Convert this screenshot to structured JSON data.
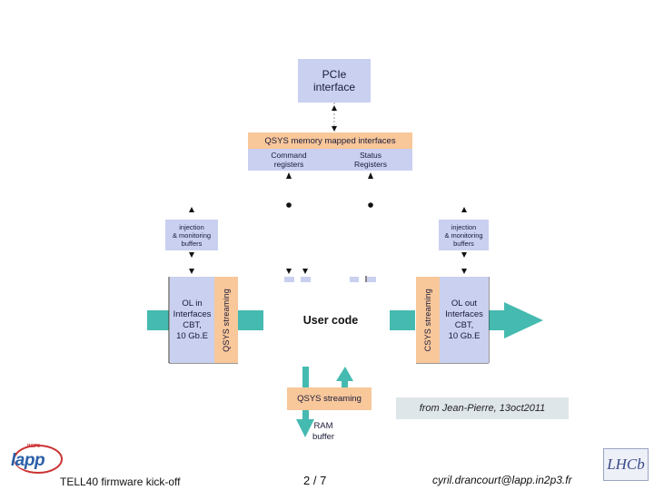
{
  "pcie": {
    "line1": "PCIe",
    "line2": "interface"
  },
  "qsys_mm": {
    "title": "QSYS memory mapped interfaces",
    "command": {
      "line1": "Command",
      "line2": "registers"
    },
    "status": {
      "line1": "Status",
      "line2": "Registers"
    }
  },
  "buffers_left": {
    "line1": "injection",
    "line2": "& monitoring",
    "line3": "buffers"
  },
  "buffers_right": {
    "line1": "injection",
    "line2": "& monitoring",
    "line3": "buffers"
  },
  "ol_in": {
    "line1": "OL in",
    "line2": "Interfaces",
    "line3": "CBT,",
    "line4": "10 Gb.E",
    "streaming": "QSYS streaming"
  },
  "ol_out": {
    "line1": "OL out",
    "line2": "Interfaces",
    "line3": "CBT,",
    "line4": "10 Gb.E",
    "streaming": "CSYS streaming"
  },
  "user_code": "User code",
  "qsys_streaming": "QSYS streaming",
  "ram": {
    "line1": "RAM",
    "line2": "buffer"
  },
  "credit": "from Jean-Pierre, 13oct2011",
  "footer": {
    "left": "TELL40 firmware kick-off",
    "page": "2 / 7",
    "email": "cyril.drancourt@lapp.in2p3.fr",
    "logo_left": "lapp",
    "logo_left_small": "IN2P3",
    "logo_right": "LHCb"
  },
  "colors": {
    "blue": "#c9d0f0",
    "peach": "#f8c79a",
    "teal": "#45bab0"
  }
}
